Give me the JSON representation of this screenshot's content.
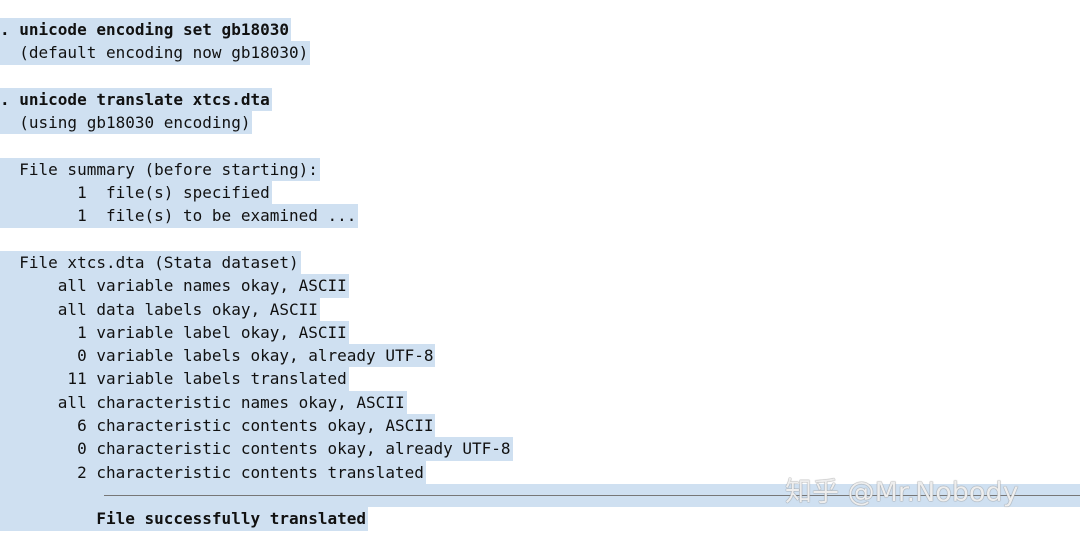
{
  "console": {
    "lines": [
      {
        "text": ". unicode encoding set gb18030",
        "bold": true
      },
      {
        "text": "  (default encoding now gb18030)"
      },
      {
        "text": ""
      },
      {
        "text": ". unicode translate xtcs.dta",
        "bold": true
      },
      {
        "text": "  (using gb18030 encoding)"
      },
      {
        "text": ""
      },
      {
        "text": "  File summary (before starting):"
      },
      {
        "text": "        1  file(s) specified"
      },
      {
        "text": "        1  file(s) to be examined ..."
      },
      {
        "text": ""
      },
      {
        "text": "  File xtcs.dta (Stata dataset)"
      },
      {
        "text": "      all variable names okay, ASCII"
      },
      {
        "text": "      all data labels okay, ASCII"
      },
      {
        "text": "        1 variable label okay, ASCII"
      },
      {
        "text": "        0 variable labels okay, already UTF-8"
      },
      {
        "text": "       11 variable labels translated"
      },
      {
        "text": "      all characteristic names okay, ASCII"
      },
      {
        "text": "        6 characteristic contents okay, ASCII"
      },
      {
        "text": "        0 characteristic contents okay, already UTF-8"
      },
      {
        "text": "        2 characteristic contents translated"
      }
    ],
    "final_message": "          File successfully translated"
  },
  "watermark": "知乎 @Mr.Nobody",
  "colors": {
    "selection": "#cfe0f1",
    "text": "#111111"
  }
}
